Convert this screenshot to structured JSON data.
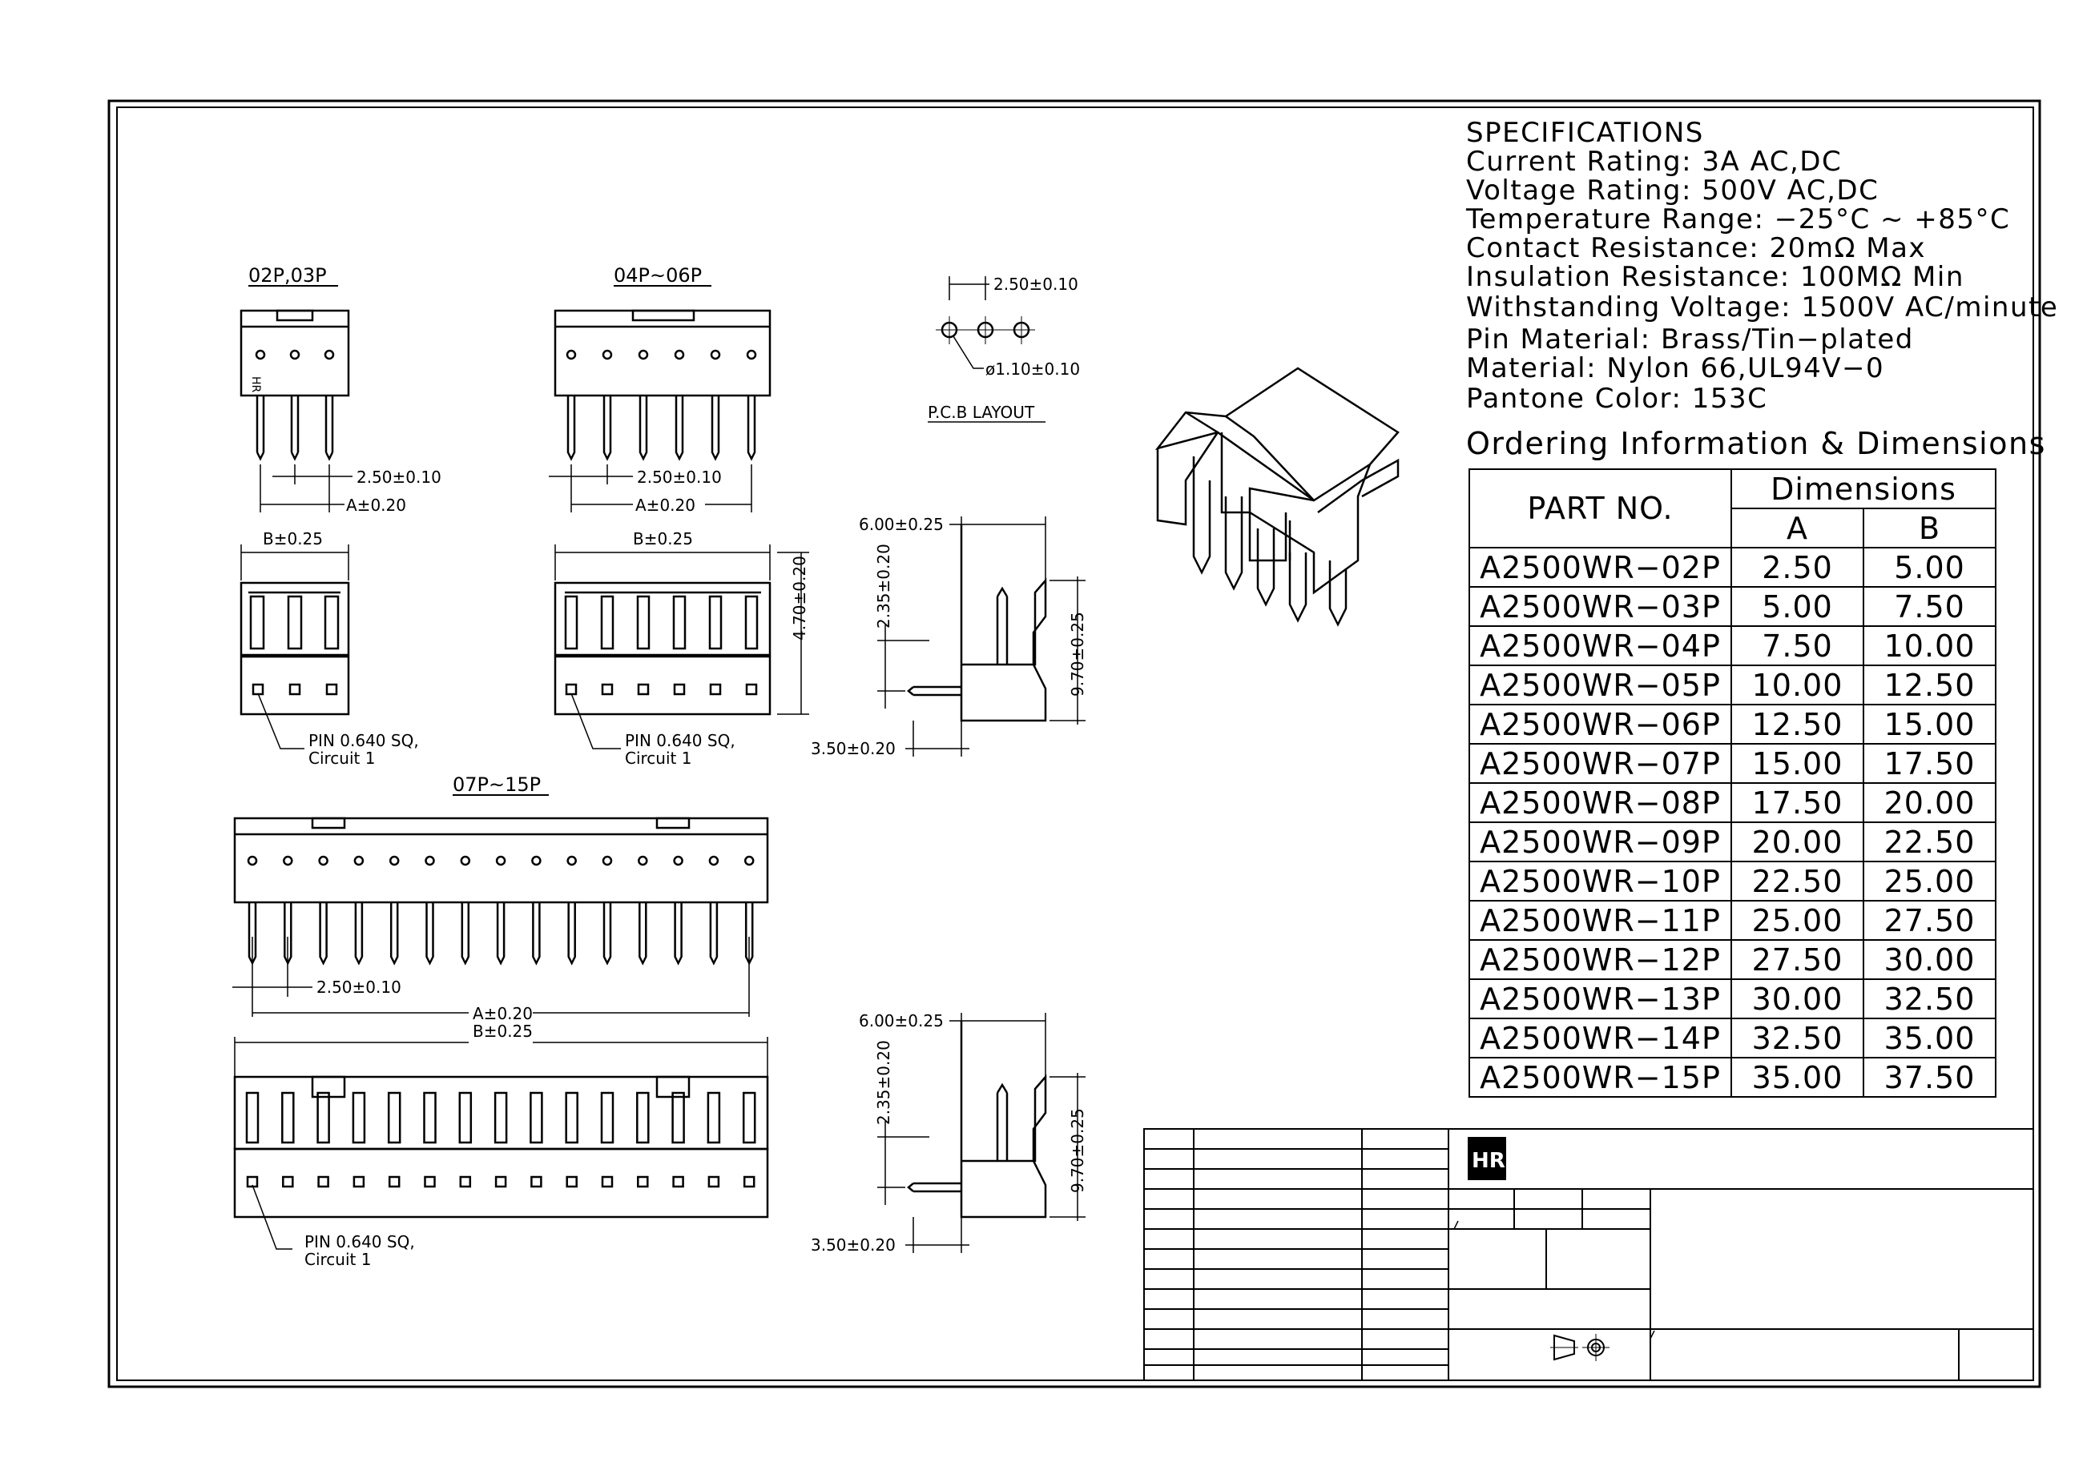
{
  "specifications": {
    "title": "SPECIFICATIONS",
    "lines": [
      "Current Rating: 3A AC,DC",
      "Voltage Rating: 500V AC,DC",
      "Temperature Range: −25°C ~ +85°C",
      "Contact Resistance: 20mΩ Max",
      "Insulation Resistance: 100MΩ Min",
      "Withstanding Voltage: 1500V AC/minute",
      "Pin Material: Brass/Tin−plated",
      "Material: Nylon 66,UL94V−0",
      "Pantone Color: 153C"
    ]
  },
  "ordering": {
    "title": "Ordering Information & Dimensions",
    "col_part": "PART NO.",
    "col_dims": "Dimensions",
    "col_a": "A",
    "col_b": "B",
    "rows": [
      [
        "A2500WR−02P",
        "2.50",
        "5.00"
      ],
      [
        "A2500WR−03P",
        "5.00",
        "7.50"
      ],
      [
        "A2500WR−04P",
        "7.50",
        "10.00"
      ],
      [
        "A2500WR−05P",
        "10.00",
        "12.50"
      ],
      [
        "A2500WR−06P",
        "12.50",
        "15.00"
      ],
      [
        "A2500WR−07P",
        "15.00",
        "17.50"
      ],
      [
        "A2500WR−08P",
        "17.50",
        "20.00"
      ],
      [
        "A2500WR−09P",
        "20.00",
        "22.50"
      ],
      [
        "A2500WR−10P",
        "22.50",
        "25.00"
      ],
      [
        "A2500WR−11P",
        "25.00",
        "27.50"
      ],
      [
        "A2500WR−12P",
        "27.50",
        "30.00"
      ],
      [
        "A2500WR−13P",
        "30.00",
        "32.50"
      ],
      [
        "A2500WR−14P",
        "32.50",
        "35.00"
      ],
      [
        "A2500WR−15P",
        "35.00",
        "37.50"
      ]
    ]
  },
  "views": {
    "v1_title": "02P,03P",
    "v2_title": "04P~06P",
    "v3_title": "07P~15P",
    "pcb_title": "P.C.B LAYOUT",
    "pitch": "2.50±0.10",
    "a_dim": "A±0.20",
    "b_dim": "B±0.25",
    "height_dim": "4.70±0.20",
    "hole_dim": "ø1.10±0.10",
    "pin_note_1": "PIN 0.640 SQ,",
    "pin_note_2": "Circuit 1",
    "side_top": "6.00±0.25",
    "side_mid": "2.35±0.20",
    "side_height": "9.70±0.25",
    "side_bottom": "3.50±0.20",
    "marking": "HR"
  }
}
